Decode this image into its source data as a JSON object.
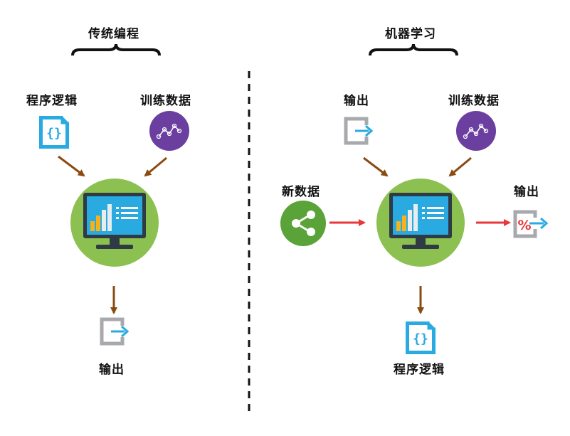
{
  "left": {
    "title": "传统编程",
    "program_logic": "程序逻辑",
    "training_data": "训练数据",
    "output": "输出"
  },
  "right": {
    "title": "机器学习",
    "output_top": "输出",
    "training_data": "训练数据",
    "new_data": "新数据",
    "output_right": "输出",
    "program_logic": "程序逻辑"
  },
  "colors": {
    "brown_arrow": "#8a4b12",
    "red_arrow": "#e8363a",
    "monitor_circle": "#8cc152",
    "purple_circle": "#6b3fa0",
    "green_share_circle": "#5aa339",
    "doc_blue": "#29aae1",
    "percent_red": "#e8363a"
  },
  "icons": {
    "program_logic": "code-document-icon",
    "training_data": "line-chart-icon",
    "output": "export-arrow-icon",
    "new_data": "share-icon",
    "output_percent": "percent-export-icon",
    "computer": "monitor-chart-icon"
  }
}
